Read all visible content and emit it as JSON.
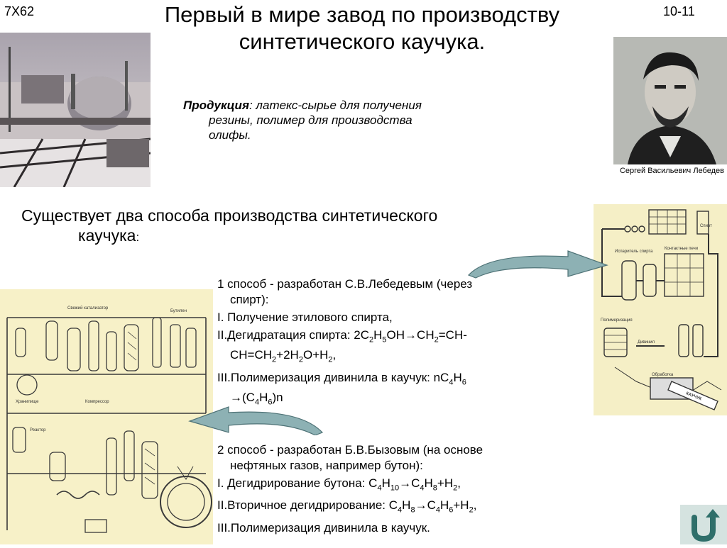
{
  "header": {
    "code": "7X62",
    "page": "10-11",
    "title_line1": "Первый в мире завод по производству",
    "title_line2": "синтетического каучука."
  },
  "product": {
    "label": "Продукция",
    "line1": ": латекс-сырье для получения",
    "line2": "резины, полимер для производства",
    "line3": "олифы."
  },
  "portrait": {
    "caption": "Сергей Васильевич Лебедев"
  },
  "intro": {
    "line1": "Существует два способа производства синтетического",
    "line2": "каучука",
    "colon": ":"
  },
  "method1": {
    "head1": "1 способ - разработан С.В.Лебедевым (через",
    "head2": "спирт):",
    "step1": "I. Получение этилового спирта,",
    "step2_prefix": "II.Дегидратация спирта: 2C",
    "step3_prefix": "III.Полимеризация дивинила в каучук: nC"
  },
  "method2": {
    "head1": "2 способ - разработан Б.В.Бызовым (на основе",
    "head2": "нефтяных газов, например бутон):",
    "step1_prefix": "I. Дегидрирование бутона: C",
    "step2_prefix": "II.Вторичное дегидрирование: C",
    "step3": "III.Полимеризация дивинила в каучук."
  },
  "diagram_right": {
    "label1": "Спирт",
    "label2": "Испаритель спирта",
    "label3": "Контактные печи",
    "label4": "Полимеризация",
    "label5": "Дивинил",
    "label6": "Обработка",
    "label7": "КАУЧУК"
  },
  "diagram_left": {
    "label1": "Свежий катализатор",
    "label2": "Компрессор",
    "label3": "Бутилен",
    "label4": "Реактор",
    "label5": "Хранилище"
  },
  "colors": {
    "accent": "#7fa4a8",
    "diagram_bg": "#f7f1c8",
    "nav": "#2f6f6a"
  }
}
